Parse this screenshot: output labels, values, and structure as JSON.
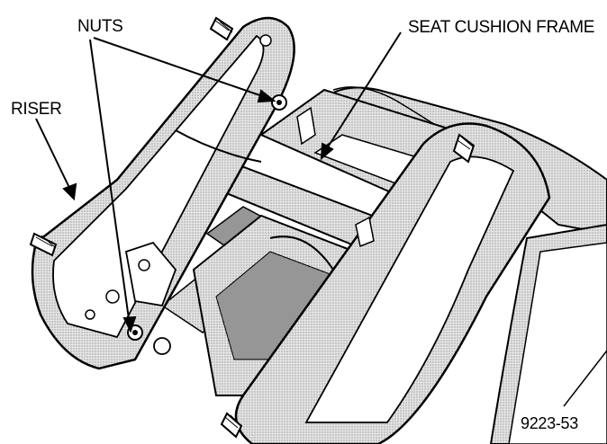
{
  "labels": {
    "nuts": "NUTS",
    "seat_cushion_frame": "SEAT CUSHION FRAME",
    "riser": "RISER",
    "figure_number": "9223-53"
  },
  "colors": {
    "ink": "#000000",
    "paper": "#ffffff",
    "shade": "#d9d9d9",
    "dark_shade": "#9a9a9a"
  }
}
